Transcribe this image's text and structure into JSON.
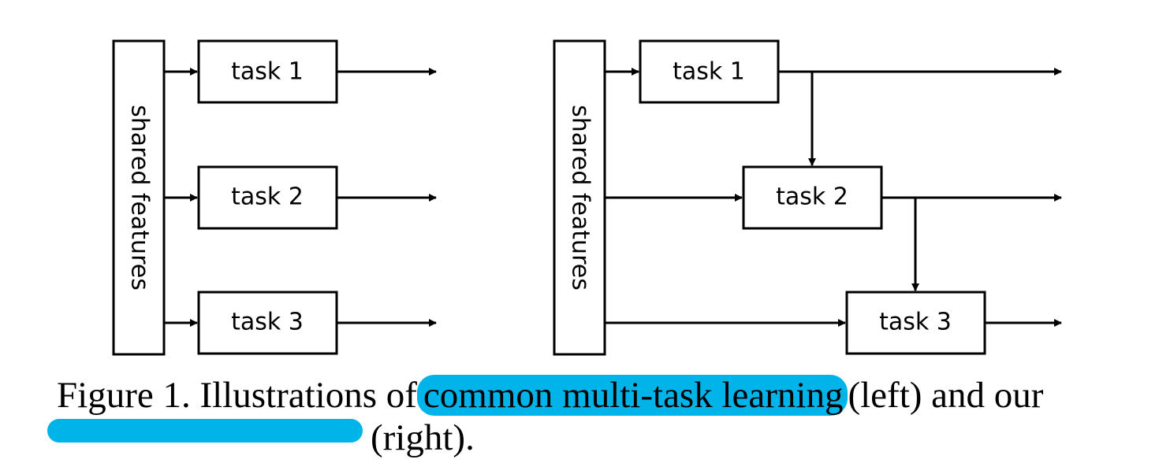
{
  "left_diagram": {
    "shared_label": "shared features",
    "tasks": [
      "task 1",
      "task 2",
      "task 3"
    ]
  },
  "right_diagram": {
    "shared_label": "shared features",
    "tasks": [
      "task 1",
      "task 2",
      "task 3"
    ]
  },
  "caption": {
    "prefix": "Figure 1. Illustrations of",
    "highlight": "common multi-task learning",
    "suffix": "(left) and our",
    "line2_suffix": "(right)."
  },
  "colors": {
    "highlight": "#00b4ea",
    "ink": "#000000"
  }
}
